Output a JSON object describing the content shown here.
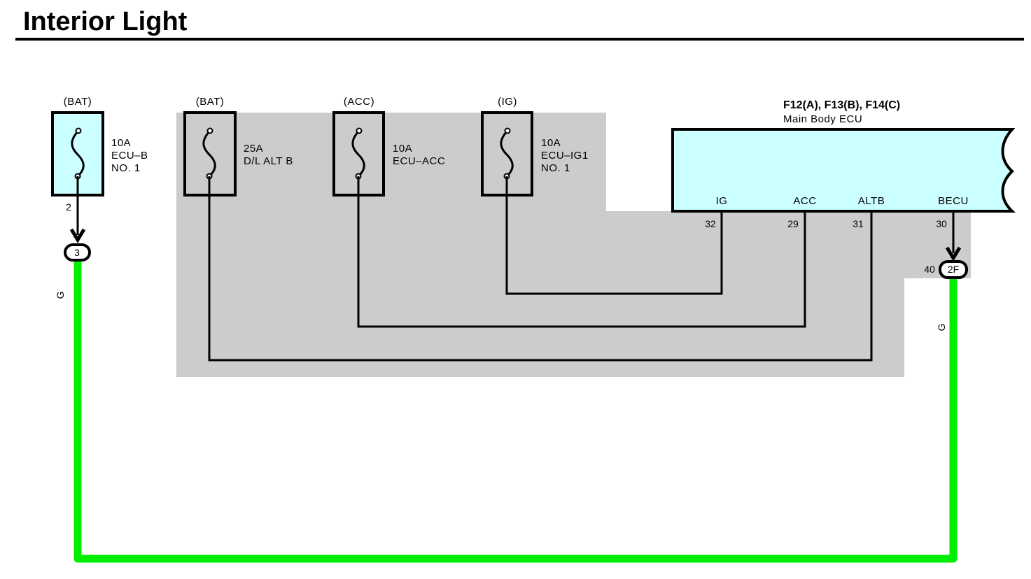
{
  "title": "Interior Light",
  "colors": {
    "shade": "#cccccc",
    "component_fill": "#ccffff",
    "wire_green": "#00ee00",
    "wire_black": "#000000"
  },
  "fuses": [
    {
      "source": "(BAT)",
      "rating": "10A",
      "name_lines": [
        "ECU–B",
        "NO. 1"
      ],
      "shaded": false,
      "pin": "2"
    },
    {
      "source": "(BAT)",
      "rating": "25A",
      "name_lines": [
        "D/L ALT B"
      ],
      "shaded": true
    },
    {
      "source": "(ACC)",
      "rating": "10A",
      "name_lines": [
        "ECU–ACC"
      ],
      "shaded": true
    },
    {
      "source": "(IG)",
      "rating": "10A",
      "name_lines": [
        "ECU–IG1",
        "NO. 1"
      ],
      "shaded": true
    }
  ],
  "ecu": {
    "connectors": "F12(A), F13(B), F14(C)",
    "name": "Main Body ECU",
    "terminals": [
      {
        "name": "IG",
        "pin": "32"
      },
      {
        "name": "ACC",
        "pin": "29"
      },
      {
        "name": "ALTB",
        "pin": "31"
      },
      {
        "name": "BECU",
        "pin": "30"
      }
    ]
  },
  "junctions": [
    {
      "id": "3"
    },
    {
      "id": "2F",
      "pin": "40"
    }
  ],
  "wire_color_codes": [
    "G",
    "G"
  ]
}
